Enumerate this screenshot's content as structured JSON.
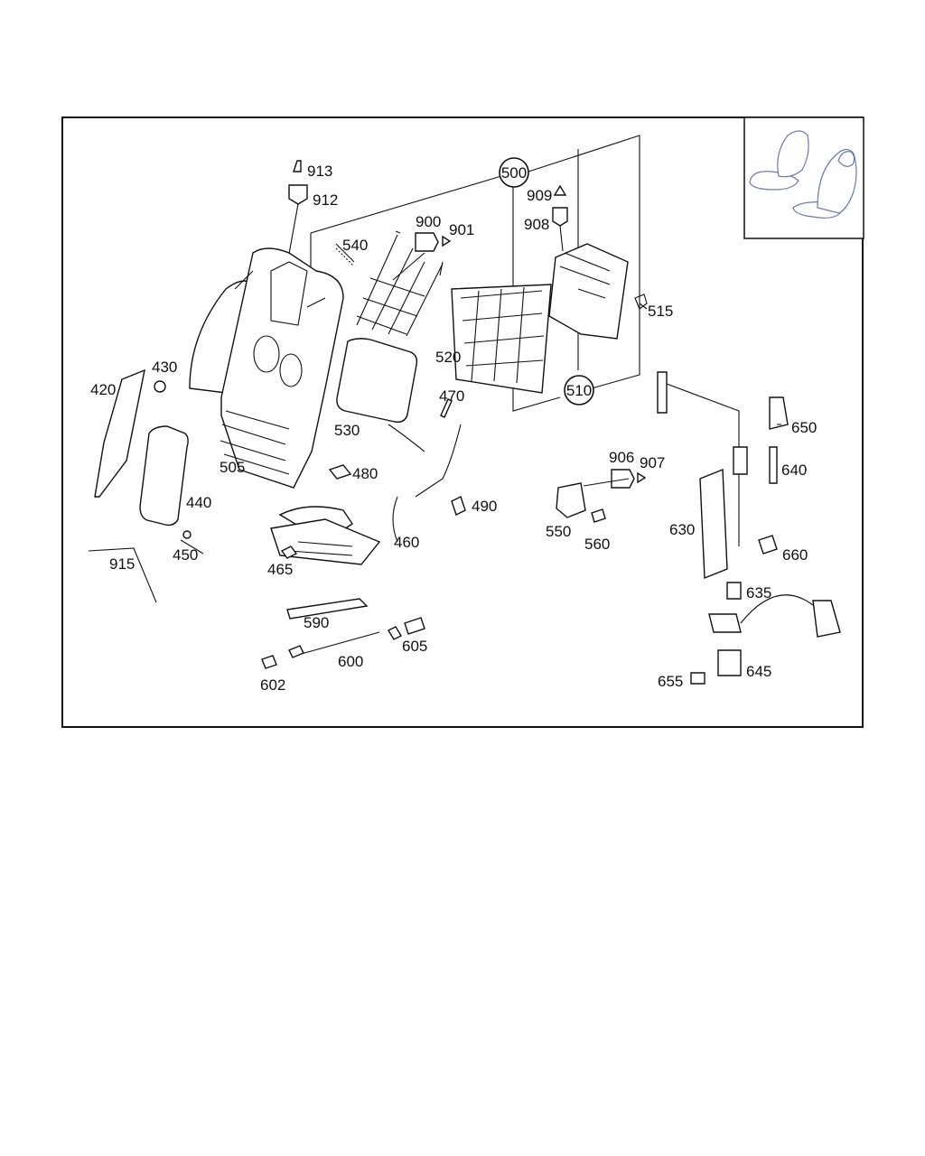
{
  "diagram": {
    "callouts": [
      {
        "id": "913",
        "text": "913"
      },
      {
        "id": "912",
        "text": "912"
      },
      {
        "id": "500",
        "text": "500"
      },
      {
        "id": "909",
        "text": "909"
      },
      {
        "id": "908",
        "text": "908"
      },
      {
        "id": "900",
        "text": "900"
      },
      {
        "id": "901",
        "text": "901"
      },
      {
        "id": "540",
        "text": "540"
      },
      {
        "id": "515",
        "text": "515"
      },
      {
        "id": "520",
        "text": "520"
      },
      {
        "id": "510",
        "text": "510"
      },
      {
        "id": "430",
        "text": "430"
      },
      {
        "id": "420",
        "text": "420"
      },
      {
        "id": "470",
        "text": "470"
      },
      {
        "id": "530",
        "text": "530"
      },
      {
        "id": "650",
        "text": "650"
      },
      {
        "id": "505",
        "text": "505"
      },
      {
        "id": "480",
        "text": "480"
      },
      {
        "id": "906",
        "text": "906"
      },
      {
        "id": "907",
        "text": "907"
      },
      {
        "id": "640",
        "text": "640"
      },
      {
        "id": "490",
        "text": "490"
      },
      {
        "id": "440",
        "text": "440"
      },
      {
        "id": "460",
        "text": "460"
      },
      {
        "id": "550",
        "text": "550"
      },
      {
        "id": "630",
        "text": "630"
      },
      {
        "id": "560",
        "text": "560"
      },
      {
        "id": "450",
        "text": "450"
      },
      {
        "id": "915",
        "text": "915"
      },
      {
        "id": "465",
        "text": "465"
      },
      {
        "id": "660",
        "text": "660"
      },
      {
        "id": "635",
        "text": "635"
      },
      {
        "id": "590",
        "text": "590"
      },
      {
        "id": "605",
        "text": "605"
      },
      {
        "id": "600",
        "text": "600"
      },
      {
        "id": "602",
        "text": "602"
      },
      {
        "id": "645",
        "text": "645"
      },
      {
        "id": "655",
        "text": "655"
      }
    ]
  },
  "colors": {
    "line": "#111111",
    "thumbnail_seat": "#6b7aa8",
    "background": "#ffffff"
  }
}
